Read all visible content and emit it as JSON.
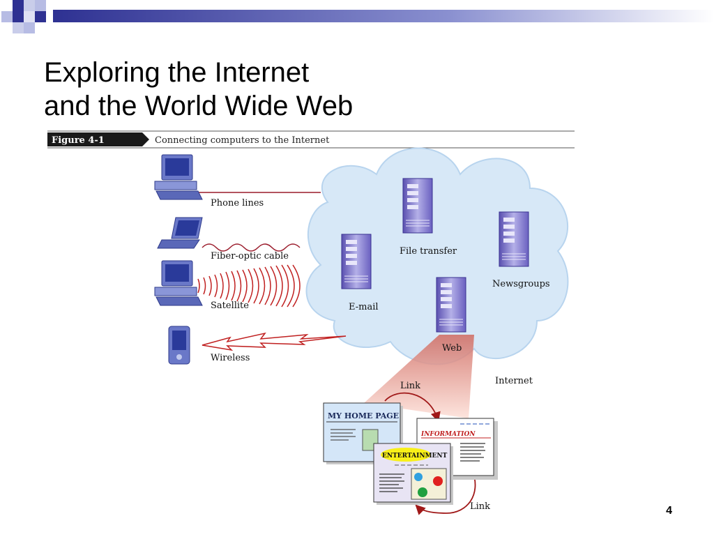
{
  "slide": {
    "title_line1": "Exploring the Internet",
    "title_line2": "and the World Wide Web",
    "page_number": "4"
  },
  "figure": {
    "label": "Figure  4-1",
    "caption": "Connecting computers to the Internet",
    "connections": [
      "Phone lines",
      "Fiber-optic cable",
      "Satellite",
      "Wireless"
    ],
    "servers": [
      "File transfer",
      "E-mail",
      "Newsgroups",
      "Web"
    ],
    "cloud_label": "Internet",
    "pages": {
      "home": "MY HOME PAGE",
      "info": "INFORMATION",
      "entertainment": "ENTERTAINMENT"
    },
    "link_label_top": "Link",
    "link_label_bottom": "Link"
  },
  "colors": {
    "accent_navy": "#2e3192",
    "accent_light": "#b7bce4",
    "cloud": "#d7e8f7",
    "link_red": "#a01818",
    "server": "#7a70c8"
  }
}
